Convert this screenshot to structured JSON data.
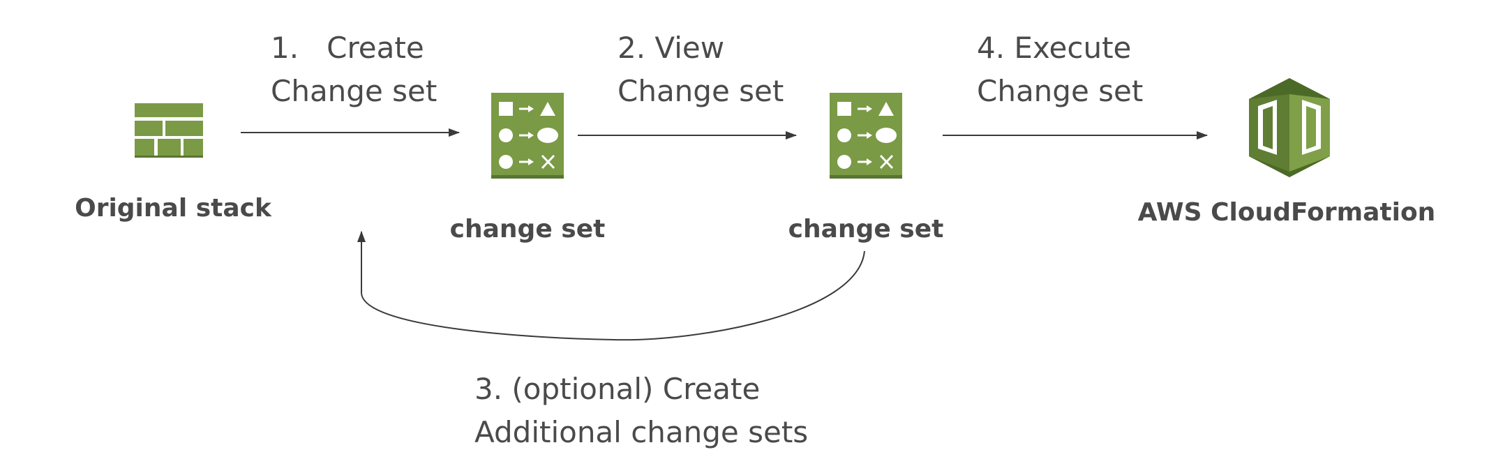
{
  "nodes": {
    "original_stack": {
      "label": "Original stack",
      "icon": "stack-icon",
      "color": "#7a9a45"
    },
    "change_set_1": {
      "label": "change set",
      "icon": "change-set-icon",
      "color": "#7a9a45"
    },
    "change_set_2": {
      "label": "change set",
      "icon": "change-set-icon",
      "color": "#7a9a45"
    },
    "cloudformation": {
      "label": "AWS CloudFormation",
      "icon": "cloudformation-icon",
      "color": "#6b8e3a"
    }
  },
  "steps": {
    "step1": {
      "line1": "1.   Create",
      "line2": "Change set"
    },
    "step2": {
      "line1": "2. View",
      "line2": "Change set"
    },
    "step3": {
      "line1": "3. (optional) Create",
      "line2": "Additional change sets"
    },
    "step4": {
      "line1": "4. Execute",
      "line2": "Change set"
    }
  },
  "colors": {
    "text": "#4a4a4a",
    "arrow": "#3a3a3a",
    "icon_green": "#7a9a45",
    "icon_green_dark": "#5a7530",
    "icon_green_light": "#8fb256"
  }
}
